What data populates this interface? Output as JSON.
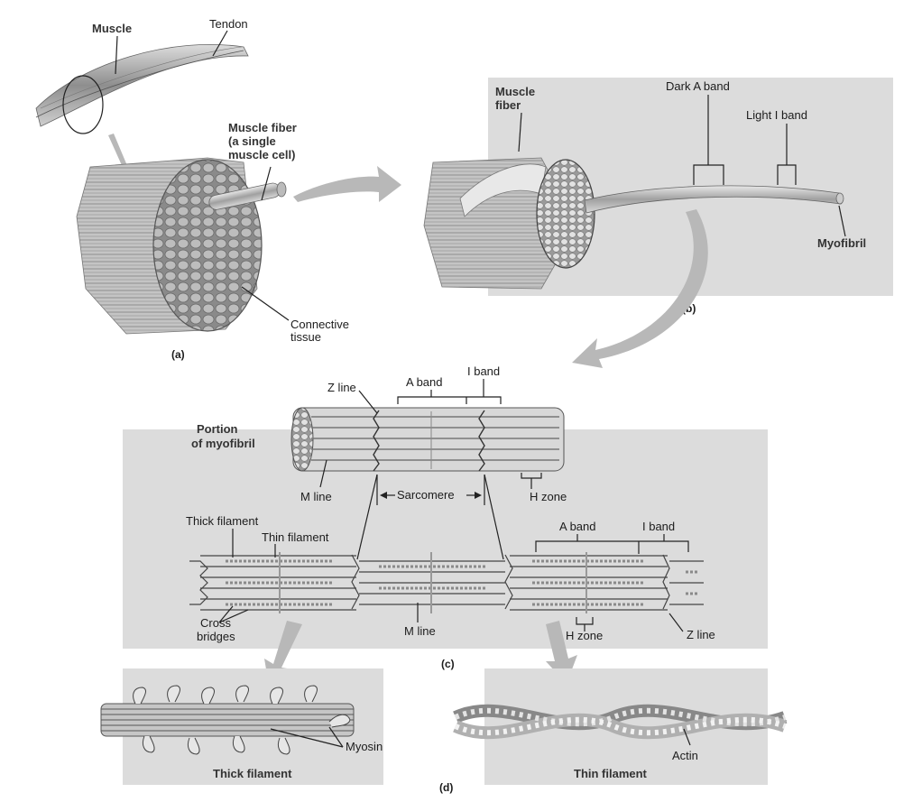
{
  "panel_a": {
    "muscle": "Muscle",
    "tendon": "Tendon",
    "muscle_fiber": [
      "Muscle fiber",
      "(a single",
      "muscle cell)"
    ],
    "connective_tissue": [
      "Connective",
      "tissue"
    ],
    "letter": "(a)"
  },
  "panel_b": {
    "muscle_fiber": [
      "Muscle",
      "fiber"
    ],
    "dark_a_band": "Dark A band",
    "light_i_band": "Light I band",
    "myofibril": "Myofibril",
    "letter": "(b)"
  },
  "panel_c": {
    "a_band": "A band",
    "i_band": "I band",
    "z_line": "Z line",
    "portion_of_myofibril": [
      "Portion",
      "of myofibril"
    ],
    "m_line": "M line",
    "sarcomere": "Sarcomere",
    "h_zone": "H zone",
    "thick_filament": "Thick filament",
    "thin_filament": "Thin filament",
    "a_band_2": "A band",
    "i_band_2": "I band",
    "cross_bridges": [
      "Cross",
      "bridges"
    ],
    "m_line_2": "M line",
    "h_zone_2": "H zone",
    "z_line_2": "Z line",
    "letter": "(c)"
  },
  "panel_d": {
    "myosin": "Myosin",
    "thick_filament": "Thick filament",
    "actin": "Actin",
    "thin_filament": "Thin filament",
    "letter": "(d)"
  },
  "colors": {
    "panel_bg": "#dcdcdc",
    "arrow": "#b8b8b8",
    "tissue_dark": "#7a7a7a",
    "tissue_light": "#c8c8c8"
  }
}
